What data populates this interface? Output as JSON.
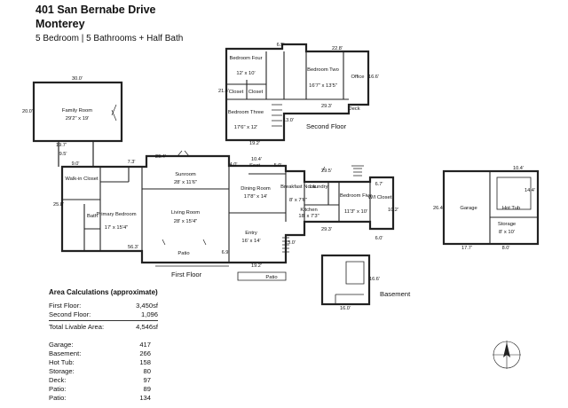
{
  "header": {
    "address": "401 San Bernabe Drive",
    "city": "Monterey",
    "summary": "5 Bedroom | 5 Bathrooms + Half Bath"
  },
  "rooms": {
    "family_room": "Family Room",
    "family_room_size": "29'2\" x 19'",
    "walkin_closet": "Walk-in Closet",
    "primary_bedroom": "Primary Bedroom",
    "primary_bedroom_size": "17' x 15'4\"",
    "bath": "Bath",
    "sunroom": "Sunroom",
    "sunroom_size": "28' x 11'6\"",
    "living_room": "Living Room",
    "living_room_size": "28' x 15'4\"",
    "patio": "Patio",
    "dining_room": "Dining Room",
    "dining_room_size": "17'8\" x 14'",
    "seat": "Seat",
    "entry": "Entry",
    "entry_size": "16' x 14'",
    "breakfast_nook": "Breakfast Nook",
    "breakfast_nook_size": "8' x 7'6\"",
    "laundry": "Laundry",
    "kitchen": "Kitchen",
    "kitchen_size": "18' x 7'3\"",
    "bedroom_five": "Bedroom Five",
    "bedroom_five_size": "11'3\" x 10'",
    "wic": "W/I Closet",
    "bedroom_four": "Bedroom Four",
    "bedroom_four_size": "12' x 10'",
    "closet": "Closet",
    "bedroom_two": "Bedroom Two",
    "bedroom_two_size": "16'7\" x 13'5\"",
    "office": "Office",
    "deck": "Deck",
    "bedroom_three": "Bedroom Three",
    "bedroom_three_size": "17'6\" x 12'",
    "garage": "Garage",
    "hot_tub": "Hot Tub",
    "storage": "Storage",
    "storage_size": "8' x 10'",
    "patio_small": "Patio"
  },
  "dims": {
    "d30": "30.0'",
    "d20": "20.0'",
    "d19_7": "19.7'",
    "d9_5": "9.5'",
    "d9_0": "9.0'",
    "d7_3": "7.3'",
    "d29_4": "29.4'",
    "d4_0": "4.0'",
    "d10_4": "10.4'",
    "d5_0": "5.0'",
    "d25_8": "25.8'",
    "d56_3": "56.3'",
    "d6_9": "6.9'",
    "d19_2a": "19.2'",
    "d13_0a": "13.0'",
    "d29_5a": "29.5'",
    "d6_7": "6.7'",
    "d10_2": "10.2'",
    "d29_3a": "29.3'",
    "d6_0": "6.0'",
    "d6_5": "6.5'",
    "d22_8": "22.8'",
    "d21_4": "21.4'",
    "d16_6": "16.6'",
    "d13_0b": "13.0'",
    "d29_3b": "29.3'",
    "d19_2b": "19.2'",
    "d10_4b": "10.4'",
    "d14_4": "14.4'",
    "d26_4": "26.4'",
    "d17_7": "17.7'",
    "d8_0": "8.0'",
    "d16_6b": "16.6'",
    "d16_0": "16.0'"
  },
  "floors": {
    "first": "First Floor",
    "second": "Second Floor",
    "basement": "Basement"
  },
  "areas": {
    "title": "Area Calculations  (approximate)",
    "main": [
      {
        "label": "First Floor:",
        "value": "3,450sf"
      },
      {
        "label": "Second Floor:",
        "value": "1,096"
      }
    ],
    "total": {
      "label": "Total Livable Area:",
      "value": "4,546sf"
    },
    "other": [
      {
        "label": "Garage:",
        "value": "417"
      },
      {
        "label": "Basement:",
        "value": "266"
      },
      {
        "label": "Hot Tub:",
        "value": "158"
      },
      {
        "label": "Storage:",
        "value": "80"
      },
      {
        "label": "Deck:",
        "value": "97"
      },
      {
        "label": "Patio:",
        "value": "89"
      },
      {
        "label": "Patio:",
        "value": "134"
      }
    ]
  }
}
